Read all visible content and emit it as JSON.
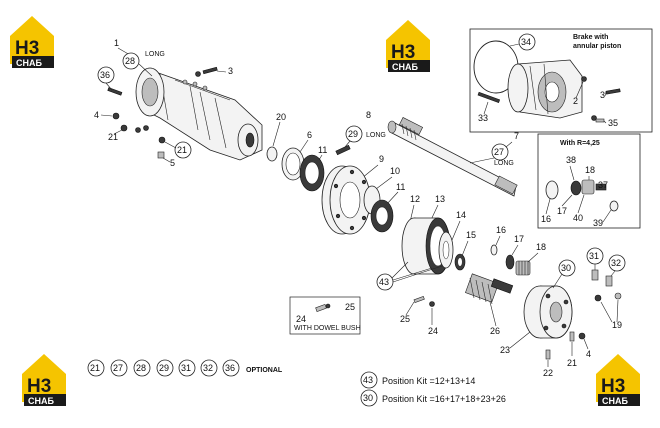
{
  "logo": {
    "letters": "H3",
    "brand": "СНАБ",
    "colors": {
      "yellow": "#f5c400",
      "black": "#1a1a1a"
    }
  },
  "callouts": {
    "c1": "1",
    "c2": "2",
    "c3": "3",
    "c4": "4",
    "c5": "5",
    "c6": "6",
    "c7": "7",
    "c8": "8",
    "c9": "9",
    "c10": "10",
    "c11": "11",
    "c12": "12",
    "c13": "13",
    "c14": "14",
    "c15": "15",
    "c16": "16",
    "c17": "17",
    "c18": "18",
    "c19": "19",
    "c20": "20",
    "c21": "21",
    "c22": "22",
    "c23": "23",
    "c24": "24",
    "c25": "25",
    "c26": "26",
    "c27": "27",
    "c28": "28",
    "c29": "29",
    "c30": "30",
    "c31": "31",
    "c32": "32",
    "c33": "33",
    "c34": "34",
    "c35": "35",
    "c36": "36",
    "c37": "37",
    "c38": "38",
    "c39": "39",
    "c40": "40",
    "c43": "43"
  },
  "notes": {
    "long": "LONG",
    "with_dowel_bush": "WITH DOWEL BUSH",
    "brake_box_title_1": "Brake with",
    "brake_box_title_2": "annular piston",
    "ratio_box_title": "With R=4,25",
    "optional": "OPTIONAL",
    "kit43": "Position Kit =12+13+14",
    "kit30": "Position Kit =16+17+18+23+26"
  },
  "optional_items": [
    "21",
    "27",
    "28",
    "29",
    "31",
    "32",
    "36"
  ],
  "kits": [
    {
      "num": "43",
      "text": "Position Kit =12+13+14"
    },
    {
      "num": "30",
      "text": "Position Kit =16+17+18+23+26"
    }
  ]
}
